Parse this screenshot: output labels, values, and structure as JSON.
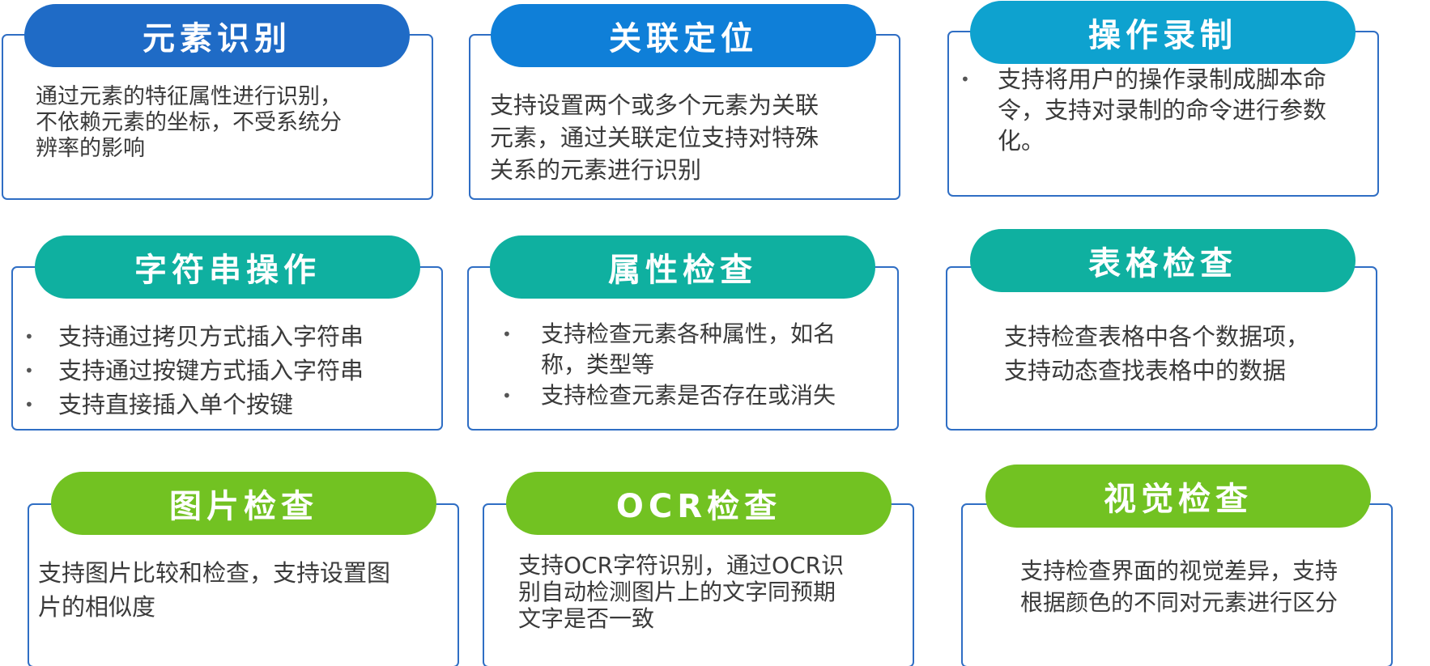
{
  "cards": [
    {
      "title": "元素识别",
      "lines": [
        "通过元素的特征属性进行识别，",
        "不依赖元素的坐标，不受系统分",
        "辨率的影响"
      ]
    },
    {
      "title": "关联定位",
      "lines": [
        "支持设置两个或多个元素为关联",
        "元素，通过关联定位支持对特殊",
        "关系的元素进行识别"
      ]
    },
    {
      "title": "操作录制",
      "bullets": [
        {
          "lines": [
            "支持将用户的操作录制成脚本命",
            "令，支持对录制的命令进行参数",
            "化。"
          ]
        }
      ]
    },
    {
      "title": "字符串操作",
      "bullets": [
        {
          "lines": [
            "支持通过拷贝方式插入字符串"
          ]
        },
        {
          "lines": [
            "支持通过按键方式插入字符串"
          ]
        },
        {
          "lines": [
            "支持直接插入单个按键"
          ]
        }
      ]
    },
    {
      "title": "属性检查",
      "bullets": [
        {
          "lines": [
            "支持检查元素各种属性，如名",
            "称，类型等"
          ]
        },
        {
          "lines": [
            "支持检查元素是否存在或消失"
          ]
        }
      ]
    },
    {
      "title": "表格检查",
      "lines": [
        "支持检查表格中各个数据项，",
        "支持动态查找表格中的数据"
      ]
    },
    {
      "title": "图片检查",
      "lines": [
        "支持图片比较和检查，支持设置图",
        "片的相似度"
      ]
    },
    {
      "title": "OCR检查",
      "lines": [
        "支持OCR字符识别，通过OCR识",
        "别自动检测图片上的文字同预期",
        "文字是否一致"
      ]
    },
    {
      "title": "视觉检查",
      "lines": [
        "支持检查界面的视觉差异，支持",
        "根据颜色的不同对元素进行区分"
      ]
    }
  ],
  "bullet_symbol": "•",
  "colors": {
    "border": "#2f6ec4",
    "row1": [
      "#1f6bc6",
      "#0f7fd8",
      "#0ea2cf"
    ],
    "row2": "#0fb0a0",
    "row3": "#72c222",
    "text": "#3a3a3a"
  }
}
